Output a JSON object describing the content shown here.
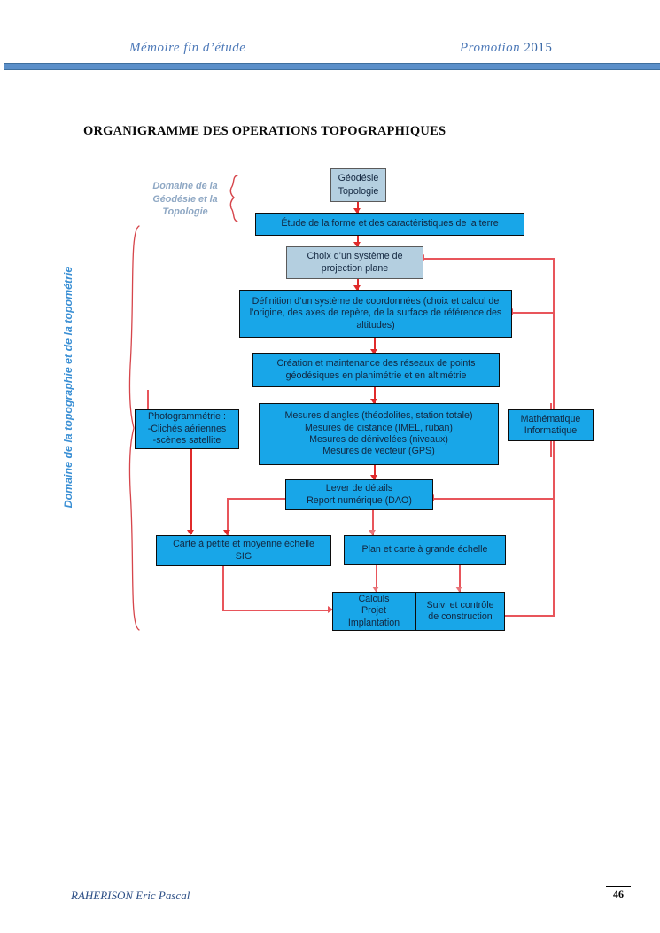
{
  "header": {
    "left": "Mémoire fin d’étude",
    "right_script": "Promotion",
    "right_year": "2015"
  },
  "title": "ORGANIGRAMME DES OPERATIONS TOPOGRAPHIQUES",
  "footer": {
    "author": "RAHERISON  Eric Pascal",
    "page_number": "46"
  },
  "side_labels": {
    "geodesy_domain": "Domaine de la Géodésie et la Topologie",
    "topography_domain": "Domaine de la topographie et de la topométrie"
  },
  "colors": {
    "box_fill": "#18a6e8",
    "box_fill_pale": "#b4cfe0",
    "connector": "#e8555b",
    "header_rule": "#5b8fc9",
    "header_text": "#4d79b8",
    "label_blue": "#3a8fd4",
    "label_grey_blue": "#8fa8c4"
  },
  "flowchart": {
    "type": "flowchart",
    "nodes": [
      {
        "id": "geodesie",
        "label": "Géodésie\nTopologie"
      },
      {
        "id": "etude-forme",
        "label": "Étude de la forme et des caractéristiques de la terre"
      },
      {
        "id": "choix-proj",
        "label": "Choix d’un système de\nprojection plane"
      },
      {
        "id": "definition-sys",
        "label": "Définition d’un système de coordonnées (choix et calcul de l’origine, des axes de repère, de la surface de référence des altitudes)"
      },
      {
        "id": "creation-res",
        "label": "Création et maintenance des réseaux de points géodésiques en planimétrie et en altimétrie"
      },
      {
        "id": "mesures",
        "label": "Mesures d’angles (théodolites, station totale)\nMesures de distance (IMEL, ruban)\nMesures de dénivelées (niveaux)\nMesures de vecteur (GPS)"
      },
      {
        "id": "photogram",
        "label": "Photogrammétrie :\n-Clichés aériennes\n-scènes satellite"
      },
      {
        "id": "mathinfo",
        "label": "Mathématique\nInformatique"
      },
      {
        "id": "lever",
        "label": "Lever de détails\nReport numérique (DAO)"
      },
      {
        "id": "carte-petite",
        "label": "Carte à petite et moyenne échelle\nSIG"
      },
      {
        "id": "plan-grande",
        "label": "Plan et carte à grande échelle"
      },
      {
        "id": "calculs",
        "label": "Calculs\nProjet\nImplantation"
      },
      {
        "id": "suivi",
        "label": "Suivi et contrôle\nde construction"
      }
    ]
  }
}
